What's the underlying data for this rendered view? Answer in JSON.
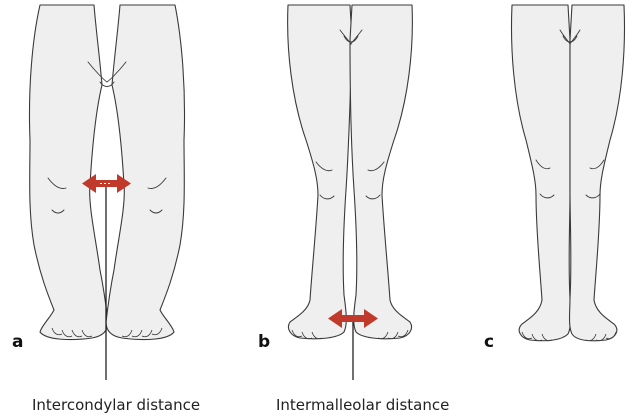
{
  "panels": [
    {
      "letter": "a"
    },
    {
      "letter": "b"
    },
    {
      "letter": "c"
    }
  ],
  "captions": {
    "intercondylar": "Intercondylar distance",
    "intermalleolar": "Intermalleolar distance"
  },
  "colors": {
    "arrow": "#c0392b",
    "skin": "#efefef",
    "outline": "#3a3a3a"
  }
}
